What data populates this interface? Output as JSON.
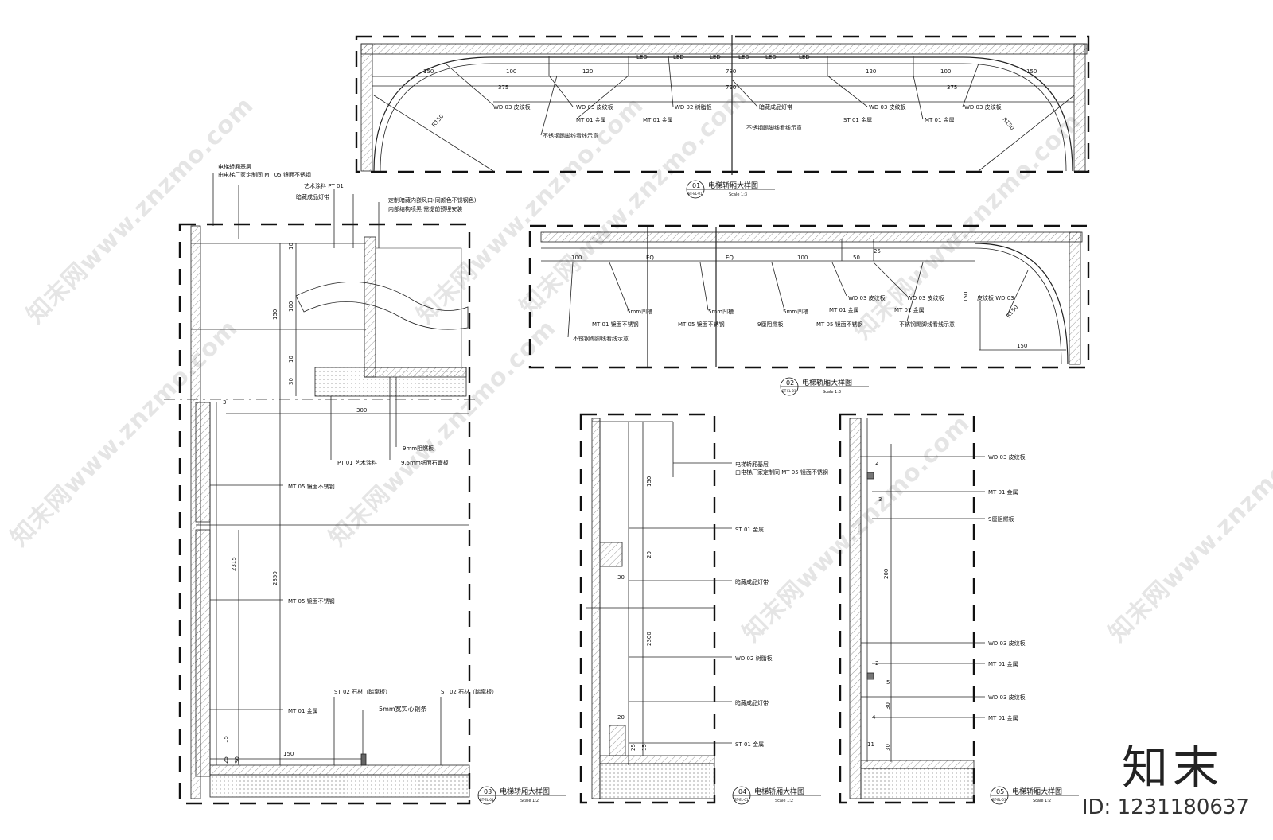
{
  "watermarks": [
    "知末网www.znzmo.com",
    "知末网www.znzmo.com",
    "知末网www.znzmo.com",
    "知末网www.znzmo.com",
    "知末网www.znzmo.com",
    "知末网www.znzmo.com",
    "知末网www.znzmo.com",
    "知末网www.znzmo.com"
  ],
  "brand": {
    "logo": "知末",
    "id": "ID: 1231180637"
  },
  "titles": {
    "t01": {
      "num": "01",
      "ref": "BT-EL-01",
      "name": "电梯轿厢大样图",
      "scale": "Scale 1:3"
    },
    "t02": {
      "num": "02",
      "ref": "BT-EL-01",
      "name": "电梯轿厢大样图",
      "scale": "Scale 1:3"
    },
    "t03": {
      "num": "03",
      "ref": "BT-EL-01",
      "name": "电梯轿厢大样图",
      "scale": "Scale 1:2"
    },
    "t04": {
      "num": "04",
      "ref": "BT-EL-01",
      "name": "电梯轿厢大样图",
      "scale": "Scale 1:2"
    },
    "t05": {
      "num": "05",
      "ref": "BT-EL-01",
      "name": "电梯轿厢大样图",
      "scale": "Scale 1:2"
    }
  },
  "d01": {
    "led": [
      "LED",
      "LED",
      "LED",
      "LED",
      "LED",
      "LED"
    ],
    "dims": [
      "150",
      "100",
      "120",
      "780",
      "120",
      "100",
      "150",
      "375",
      "790",
      "375",
      "R150",
      "R150"
    ],
    "labels": [
      "WD 03 皮纹板",
      "WD 03 皮纹板",
      "WD 02 树脂板",
      "暗藏成品灯带",
      "WD 03 皮纹板",
      "WD 03 皮纹板",
      "MT 01 金属",
      "MT 01 金属",
      "ST 01 金属",
      "MT 01 金属",
      "不锈钢踢脚线看线示意",
      "不锈钢踢脚线看线示意"
    ]
  },
  "d02": {
    "dims": [
      "100",
      "EQ",
      "EQ",
      "100",
      "50",
      "25",
      "150",
      "R150",
      "150"
    ],
    "labels": [
      "5mm凹槽",
      "5mm凹槽",
      "5mm凹槽",
      "WD 03 皮纹板",
      "WD 03 皮纹板",
      "皮纹板 WD 03",
      "MT 01 镜面不锈钢",
      "MT 05 镜面不锈钢",
      "9厘阻燃板",
      "MT 05 镜面不锈钢",
      "MT 01 金属",
      "MT 01 金属",
      "不锈钢踢脚线看线示意",
      "不锈钢踢脚线看线示意"
    ]
  },
  "d03": {
    "top_labels": [
      "电梯轿厢基层",
      "由电梯厂家定制同 MT 05 镜面不锈钢",
      "艺术涂料 PT 01",
      "暗藏成品灯带",
      "定制暗藏内嵌风口(同颜色不锈钢色)",
      "内部结构喷黑 需提前预埋安装"
    ],
    "dims": [
      "10",
      "100",
      "10",
      "150",
      "30",
      "300",
      "2315",
      "2350",
      "150",
      "25",
      "30",
      "15",
      "3"
    ],
    "labels": [
      "9mm阻燃板",
      "PT 01 艺术涂料",
      "9.5mm纸面石膏板",
      "MT 05 镜面不锈钢",
      "MT 05 镜面不锈钢",
      "MT 01 金属",
      "ST 02 石材（踏窝板）",
      "ST 02 石材（踏窝板）",
      "5mm宽实心铜条"
    ]
  },
  "d04": {
    "dims": [
      "150",
      "20",
      "30",
      "2300",
      "20",
      "25",
      "15"
    ],
    "labels": [
      "电梯轿厢基层",
      "由电梯厂家定制同 MT 05 镜面不锈钢",
      "ST 01 金属",
      "暗藏成品灯带",
      "WD 02 树脂板",
      "暗藏成品灯带",
      "ST 01 金属"
    ]
  },
  "d05": {
    "dims": [
      "2",
      "3",
      "200",
      "2",
      "5",
      "30",
      "4",
      "11",
      "30"
    ],
    "labels": [
      "WD 03 皮纹板",
      "MT 01 金属",
      "9厘阻燃板",
      "WD 03 皮纹板",
      "MT 01 金属",
      "WD 03 皮纹板",
      "MT 01 金属"
    ]
  }
}
